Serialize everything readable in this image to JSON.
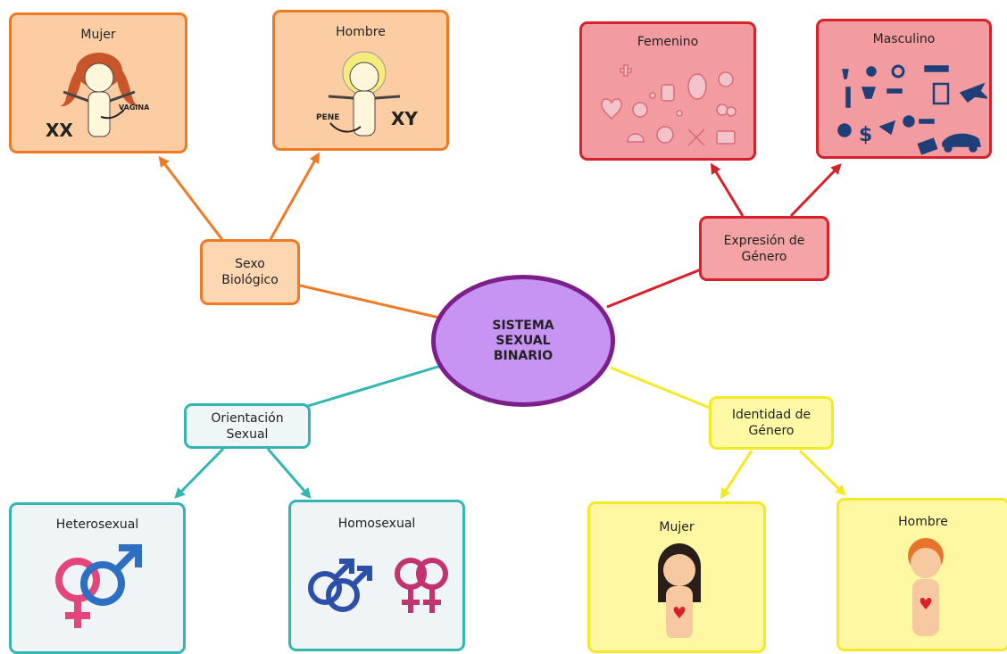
{
  "center": {
    "label": "SISTEMA\nSEXUAL\nBINARIO"
  },
  "sexo_biologico": {
    "label": "Sexo\nBiológico",
    "mujer": {
      "title": "Mujer",
      "chromosomes": "XX",
      "organ": "VAGINA"
    },
    "hombre": {
      "title": "Hombre",
      "chromosomes": "XY",
      "organ": "PENE"
    }
  },
  "expresion_genero": {
    "label": "Expresión de\nGénero",
    "femenino": {
      "title": "Femenino"
    },
    "masculino": {
      "title": "Masculino"
    }
  },
  "orientacion_sexual": {
    "label": "Orientación\nSexual",
    "heterosexual": {
      "title": "Heterosexual"
    },
    "homosexual": {
      "title": "Homosexual"
    }
  },
  "identidad_genero": {
    "label": "Identidad de\nGénero",
    "mujer": {
      "title": "Mujer"
    },
    "hombre": {
      "title": "Hombre"
    }
  },
  "colors": {
    "orange": "#ee7a26",
    "red": "#d8202a",
    "teal": "#33b5b1",
    "yellow": "#f3e927",
    "purple": "#7d1f8a",
    "pink_symbol": "#e2467b",
    "blue_symbol": "#2d6fc3",
    "navy_icon": "#1f3f78"
  }
}
